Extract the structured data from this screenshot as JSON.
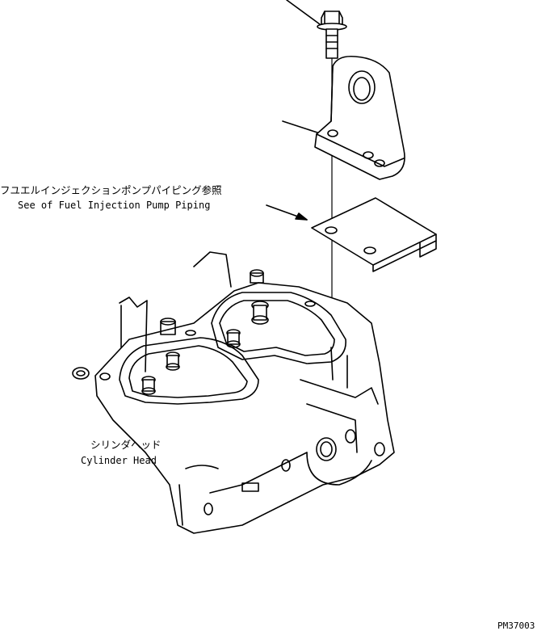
{
  "callouts": {
    "fuel_pipe_ref_jp": "フユエルインジェクションポンプパイピング参照",
    "fuel_pipe_ref_en": "See of Fuel Injection Pump Piping",
    "cyl_head_jp": "シリンダヘッド",
    "cyl_head_en": "Cylinder Head"
  },
  "drawing_code": "PM37003",
  "colors": {
    "ink": "#000000",
    "paper": "#ffffff"
  }
}
